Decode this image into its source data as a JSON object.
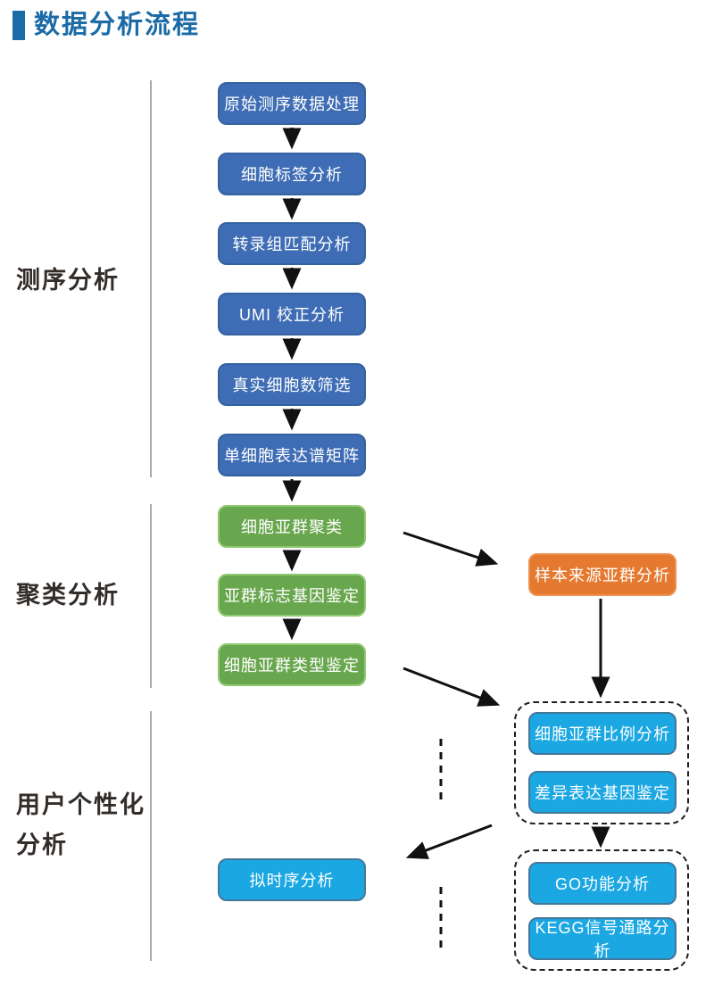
{
  "header": {
    "title": "数据分析流程"
  },
  "sections": [
    {
      "id": "sequencing",
      "label": "测序分析"
    },
    {
      "id": "clustering",
      "label": "聚类分析"
    },
    {
      "id": "personalized",
      "label_line1": "用户个性化",
      "label_line2": "分析"
    }
  ],
  "flow": {
    "sequencing_steps": [
      "原始测序数据处理",
      "细胞标签分析",
      "转录组匹配分析",
      "UMI 校正分析",
      "真实细胞数筛选",
      "单细胞表达谱矩阵"
    ],
    "clustering_steps": [
      "细胞亚群聚类",
      "亚群标志基因鉴定",
      "细胞亚群类型鉴定"
    ],
    "sample_subgroup_analysis": "样本来源亚群分析",
    "comparison_group": [
      "细胞亚群比例分析",
      "差异表达基因鉴定"
    ],
    "enrichment_group": [
      "GO功能分析",
      "KEGG信号通路分析"
    ],
    "pseudotime_analysis": "拟时序分析"
  },
  "colors": {
    "title_accent": "#1b6ba6",
    "node_blue": "#3e6db5",
    "node_green": "#69a74e",
    "node_orange": "#e4792f",
    "node_cyan": "#1ba7e2",
    "section_divider": "#a9a9a9",
    "arrow": "#111111",
    "section_label_text": "#332d2a"
  }
}
